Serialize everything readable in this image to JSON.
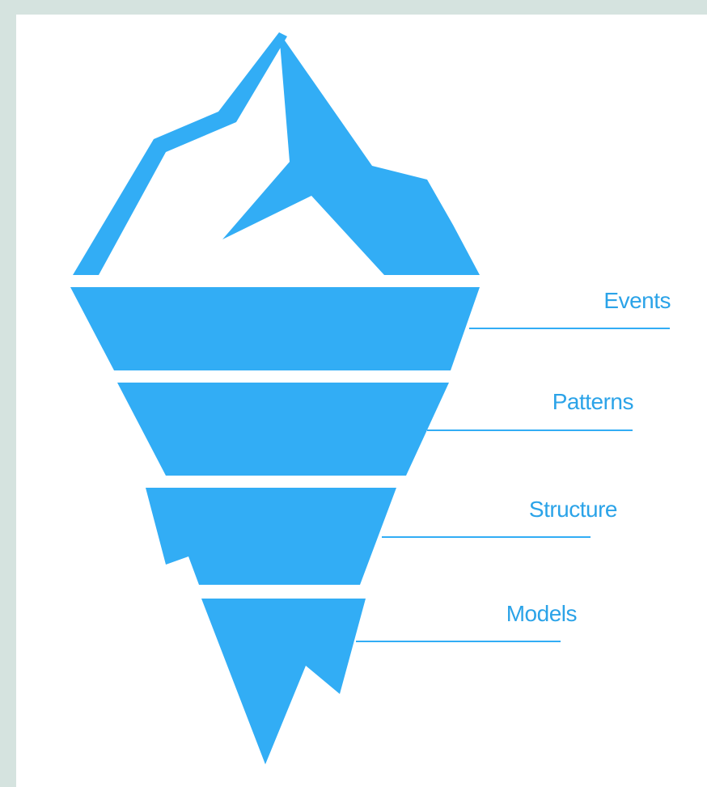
{
  "colors": {
    "ice": "#32adf5",
    "label": "#2ba3e8",
    "line": "#32adf5",
    "background": "#d5e3df",
    "canvas": "#ffffff"
  },
  "layers": [
    {
      "id": "events",
      "label": "Events"
    },
    {
      "id": "patterns",
      "label": "Patterns"
    },
    {
      "id": "structure",
      "label": "Structure"
    },
    {
      "id": "models",
      "label": "Models"
    }
  ]
}
